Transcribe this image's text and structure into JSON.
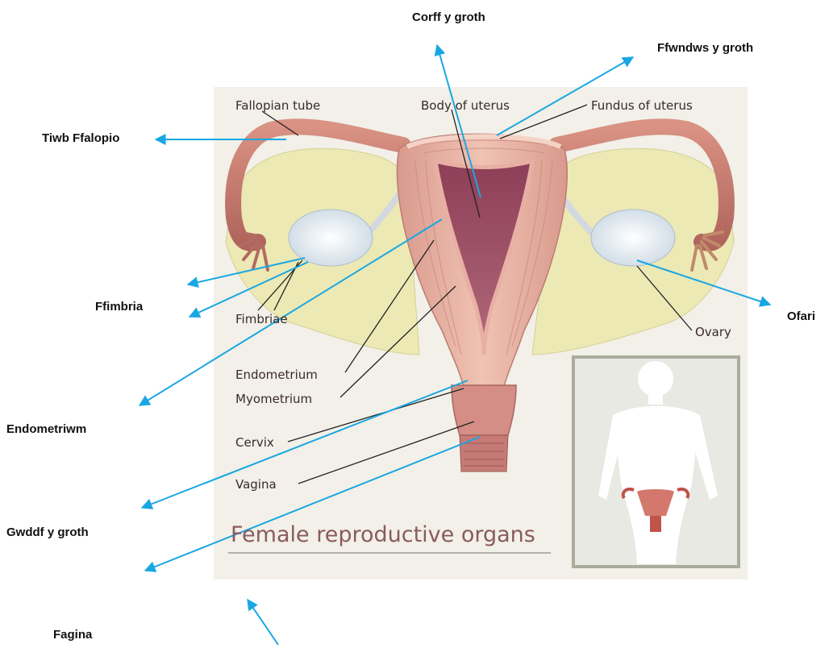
{
  "colors": {
    "arrow": "#19a7e3",
    "panel_bg": "#f2f0e8",
    "broad_ligament": "#ece9b4",
    "tissue": "#e8b4a4",
    "tissue_dark": "#c97f76",
    "cavity": "#9b4a62",
    "ovary": "#e4ecf2",
    "inset_bg": "#e9e9e3",
    "inset_border": "#a9ad9c"
  },
  "welsh_labels": {
    "corff": "Corff y groth",
    "ffwndws": "Ffwndws y groth",
    "tiwb": "Tiwb Ffalopio",
    "ffimbria": "Ffimbria",
    "ofari": "Ofari",
    "endometriwm": "Endometriwm",
    "gwddf": "Gwddf y groth",
    "fagina": "Fagina"
  },
  "english_labels": {
    "fallopian": "Fallopian tube",
    "body": "Body of uterus",
    "fundus": "Fundus of uterus",
    "fimbriae": "Fimbriae",
    "ovary": "Ovary",
    "endometrium": "Endometrium",
    "myometrium": "Myometrium",
    "cervix": "Cervix",
    "vagina": "Vagina"
  },
  "title": "Female reproductive organs"
}
